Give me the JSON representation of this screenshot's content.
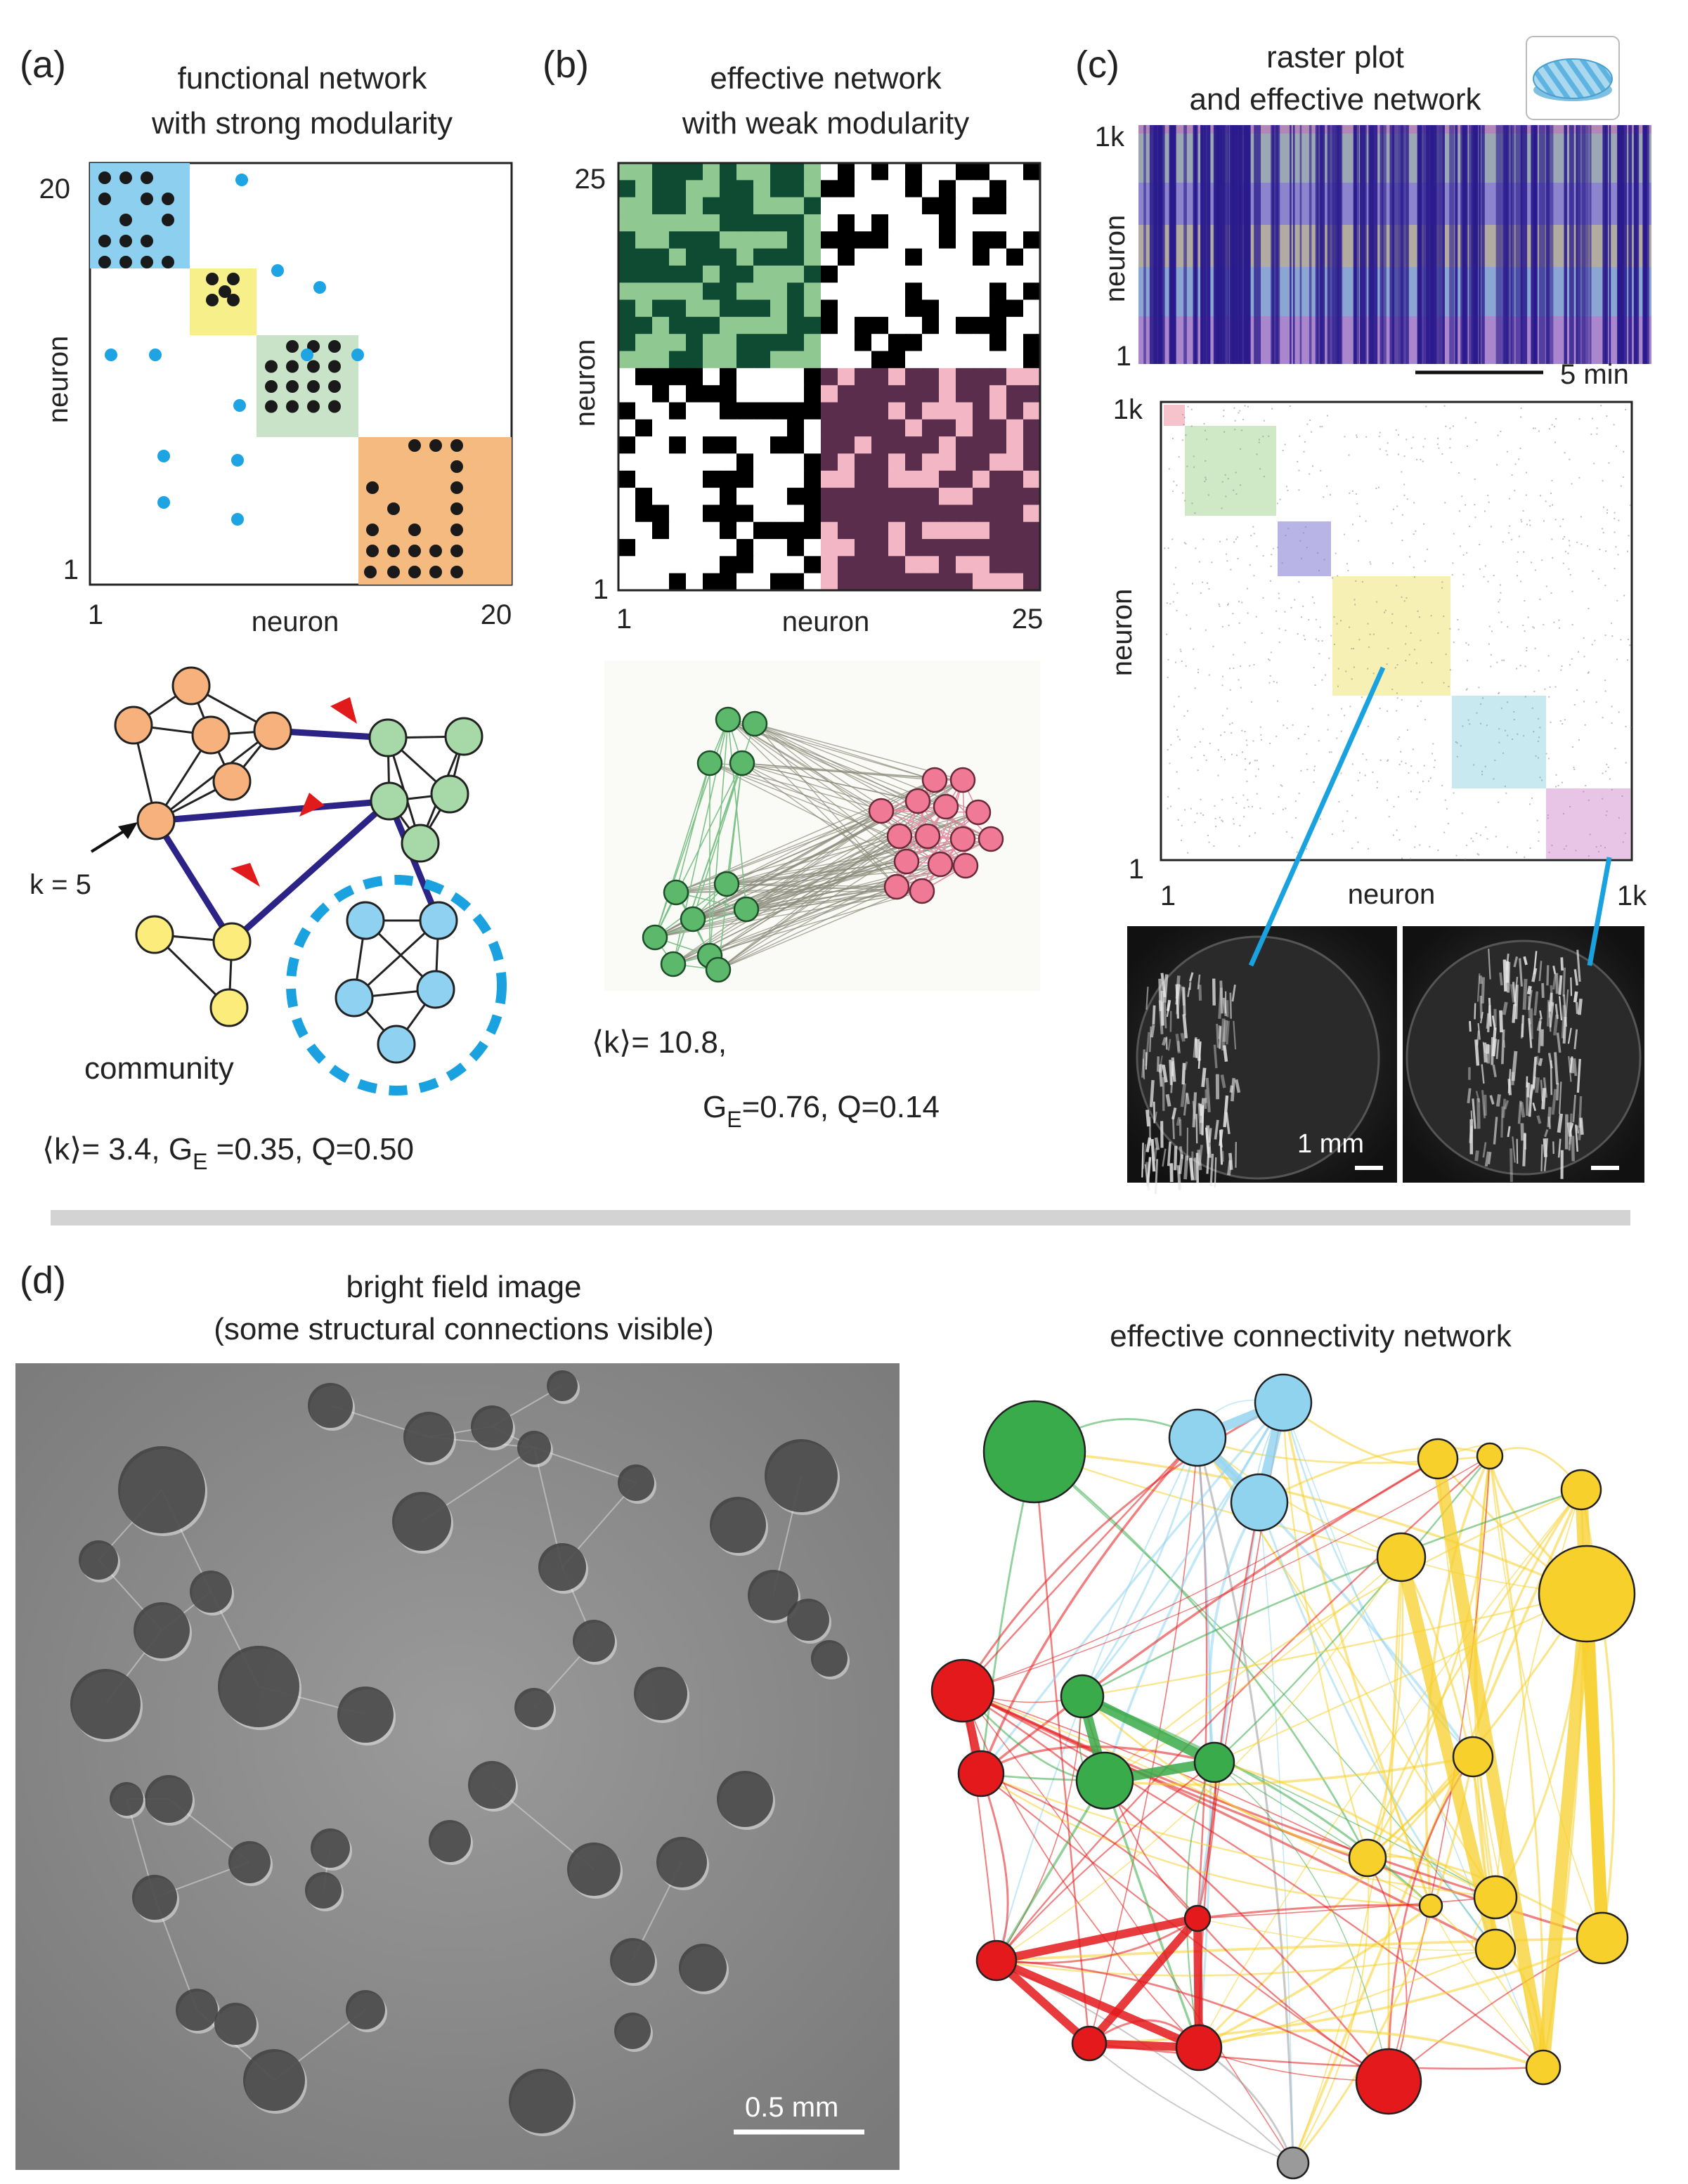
{
  "panels": {
    "a": {
      "letter": "(a)",
      "title_line1": "functional network",
      "title_line2": "with strong modularity",
      "y_top": "20",
      "y_bottom": "1",
      "x_left": "1",
      "x_right": "20",
      "x_axis": "neuron",
      "y_axis": "neuron",
      "k_label": "k = 5",
      "community_label": "community",
      "stats_k": "⟨k⟩= 3.4, G",
      "stats_sub": "E",
      "stats_rest": " =0.35, Q=0.50"
    },
    "b": {
      "letter": "(b)",
      "title_line1": "effective network",
      "title_line2": "with weak modularity",
      "y_top": "25",
      "y_bottom": "1",
      "x_left": "1",
      "x_right": "25",
      "x_axis": "neuron",
      "y_axis": "neuron",
      "stats_line1": "⟨k⟩= 10.8,",
      "stats_g": "G",
      "stats_sub": "E",
      "stats_rest": "=0.76, Q=0.14"
    },
    "c": {
      "letter": "(c)",
      "title_line1": "raster plot",
      "title_line2": "and effective network",
      "raster_y_top": "1k",
      "raster_y_bottom": "1",
      "raster_y_axis": "neuron",
      "scale_label": "5 min",
      "matrix_y_top": "1k",
      "matrix_y_bottom": "1",
      "matrix_x_left": "1",
      "matrix_x_right": "1k",
      "matrix_x_axis": "neuron",
      "matrix_y_axis": "neuron",
      "image_scale": "1 mm"
    },
    "d": {
      "letter": "(d)",
      "bf_title_line1": "bright field image",
      "bf_title_line2": "(some structural connections visible)",
      "bf_scale": "0.5 mm",
      "net_title": "effective connectivity network"
    }
  },
  "colors": {
    "blue_module": "#8ccfee",
    "yellow_module": "#f7ef8a",
    "green_module": "#c8e3c8",
    "orange_module": "#f4ba80",
    "dot_black": "#1a1a1a",
    "dot_blue": "#1ea4e2",
    "edge_navy": "#2b2386",
    "arrow_red": "#e11b1b",
    "node_orange": "#f6b17c",
    "node_green": "#a6d8a8",
    "node_yellow": "#fbec7c",
    "node_blue": "#8fd1f1",
    "dash_blue": "#1aa2e0",
    "b_green_light": "#8fc890",
    "b_green_dark": "#0f4a33",
    "b_purple": "#5a2d4c",
    "b_pink": "#f2b6c4",
    "raster_navy": "#2a1a8c",
    "net_green": "#3aab4a",
    "net_blue": "#8fd3ef",
    "net_red": "#e3191c",
    "net_yellow": "#f8d02c",
    "net_gray": "#9a9a9a"
  }
}
